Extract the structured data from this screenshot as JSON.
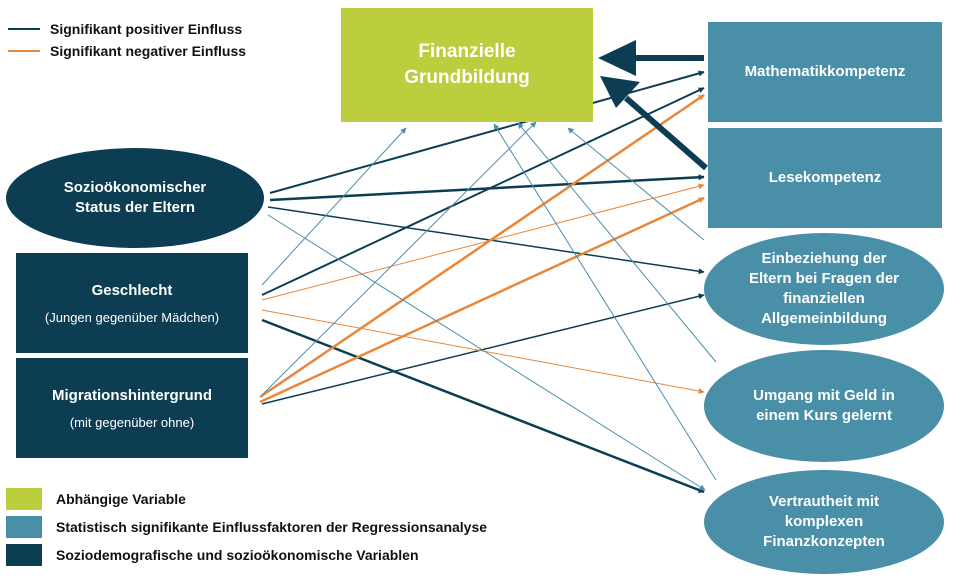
{
  "colors": {
    "positive": "#0d3d52",
    "negative": "#e8873a",
    "thin_positive": "#4a8fa8",
    "dependent": "#bccd3d",
    "significant": "#4a8fa8",
    "socio": "#0d3d52"
  },
  "legend_lines": [
    {
      "label": "Signifikant positiver Einfluss",
      "kind": "positive"
    },
    {
      "label": "Signifikant negativer Einfluss",
      "kind": "negative"
    }
  ],
  "legend_swatches": [
    {
      "label": "Abhängige Variable",
      "kind": "dependent"
    },
    {
      "label": "Statistisch signifikante Einflussfaktoren der Regressionsanalyse",
      "kind": "significant"
    },
    {
      "label": "Soziodemografische und sozioökonomische Variablen",
      "kind": "socio"
    }
  ],
  "nodes": {
    "finanzielle": {
      "title": "Finanzielle\nGrundbildung"
    },
    "mathe": {
      "title": "Mathematikkompetenz"
    },
    "lese": {
      "title": "Lesekompetenz"
    },
    "einbeziehung": {
      "title": "Einbeziehung der\nEltern bei Fragen der\nfinanziellen\nAllgemeinbildung"
    },
    "umgang": {
      "title": "Umgang mit Geld in\neinem Kurs gelernt"
    },
    "vertrautheit": {
      "title": "Vertrautheit mit\nkomplexen\nFinanzkonzepten"
    },
    "status": {
      "title": "Sozioökonomischer\nStatus der Eltern"
    },
    "geschlecht": {
      "title": "Geschlecht",
      "subtitle": "(Jungen gegenüber Mädchen)"
    },
    "migration": {
      "title": "Migrationshintergrund",
      "subtitle": "(mit gegenüber ohne)"
    }
  }
}
